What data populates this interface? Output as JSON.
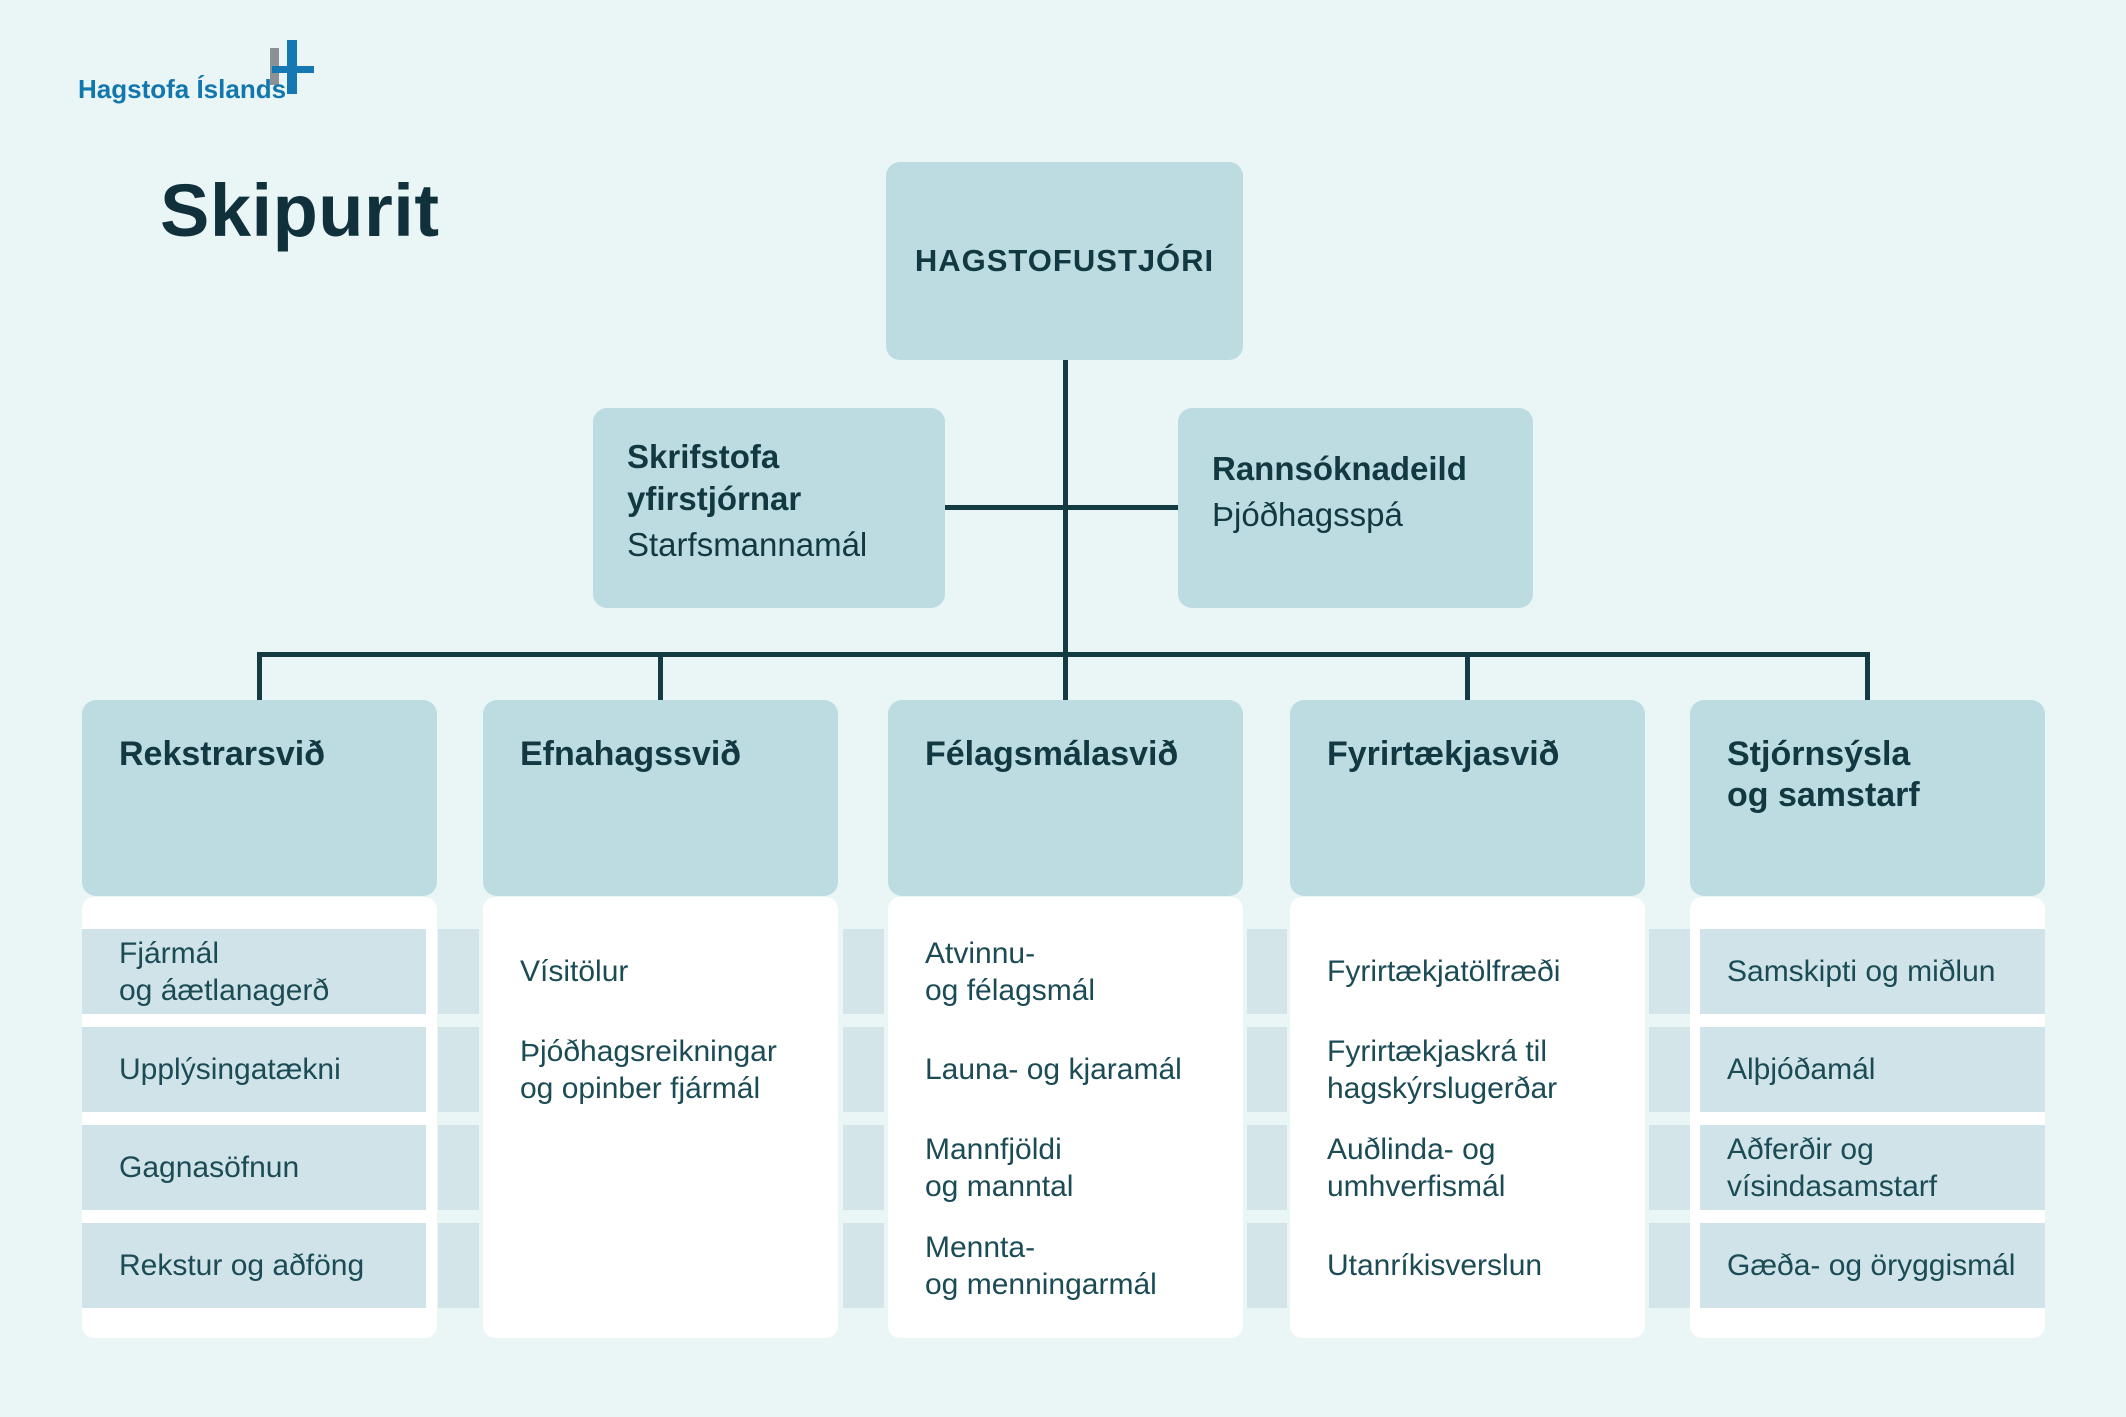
{
  "logo": {
    "text": "Hagstofa Íslands"
  },
  "page_title": "Skipurit",
  "org": {
    "director": "HAGSTOFUSTJÓRI",
    "staff_units": [
      {
        "title": "Skrifstofa\nyfirstjórnar",
        "subtitle": "Starfsmannamál"
      },
      {
        "title": "Rannsóknadeild",
        "subtitle": "Þjóðhagsspá"
      }
    ],
    "divisions": [
      {
        "title": "Rekstrarsvið",
        "items": [
          "Fjármál\nog áætlanagerð",
          "Upplýsingatækni",
          "Gagnasöfnun",
          "Rekstur og aðföng"
        ]
      },
      {
        "title": "Efnahagssvið",
        "items": [
          "Vísitölur",
          "Þjóðhagsreikningar\nog opinber fjármál"
        ]
      },
      {
        "title": "Félagsmálasvið",
        "items": [
          "Atvinnu-\nog félagsmál",
          "Launa- og kjaramál",
          "Mannfjöldi\nog manntal",
          "Mennta-\nog menningarmál"
        ]
      },
      {
        "title": "Fyrirtækjasvið",
        "items": [
          "Fyrirtækjatölfræði",
          "Fyrirtækjaskrá til\nhagskýrslugerðar",
          "Auðlinda- og\numhverfismál",
          "Utanríkisverslun"
        ]
      },
      {
        "title": "Stjórnsýsla\nog samstarf",
        "items": [
          "Samskipti og miðlun",
          "Alþjóðamál",
          "Aðferðir og\nvísindasamstarf",
          "Gæða- og öryggismál"
        ]
      }
    ]
  },
  "colors": {
    "background": "#eaf5f5",
    "box_blue": "#bcdce2",
    "band_blue": "#cfe3e9",
    "line_dark": "#143a42",
    "text_dark": "#123842",
    "logo_blue": "#1277ad"
  }
}
